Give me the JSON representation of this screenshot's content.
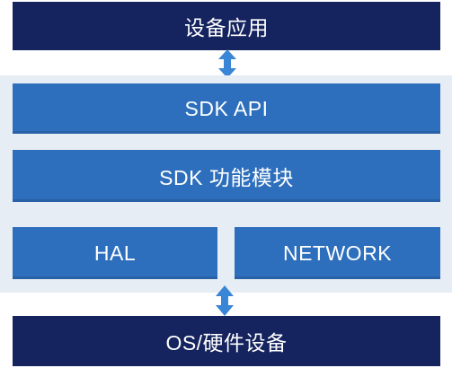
{
  "diagram": {
    "top_layer": {
      "label": "设备应用"
    },
    "sdk_api": {
      "label": "SDK API"
    },
    "sdk_modules": {
      "label": "SDK 功能模块"
    },
    "hal": {
      "label": "HAL"
    },
    "network": {
      "label": "NETWORK"
    },
    "bottom_layer": {
      "label": "OS/硬件设备"
    }
  },
  "colors": {
    "dark_navy": "#15235e",
    "layer_blue": "#2e6fbd",
    "panel_gray": "#e7edf4",
    "arrow_blue": "#3a86d6"
  }
}
